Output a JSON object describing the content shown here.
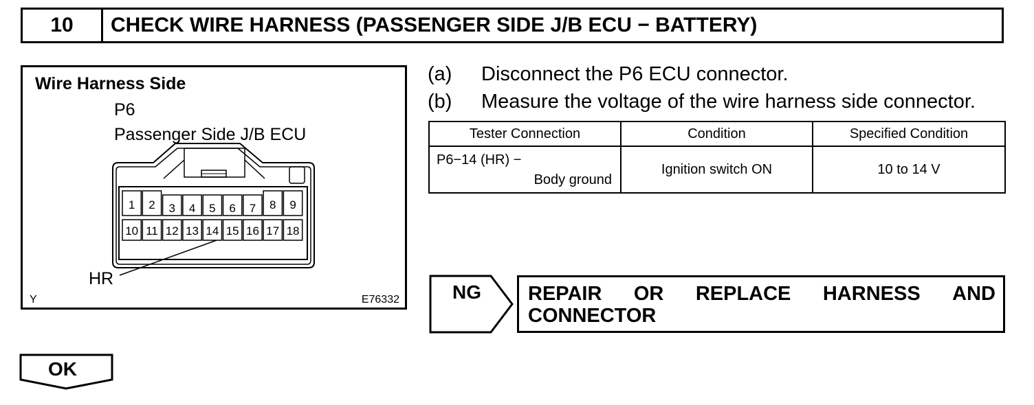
{
  "header": {
    "step_number": "10",
    "title": "CHECK WIRE HARNESS (PASSENGER SIDE J/B ECU − BATTERY)"
  },
  "figure": {
    "heading": "Wire Harness Side",
    "connector_id": "P6",
    "connector_name": "Passenger Side J/B ECU",
    "pins_top": [
      "1",
      "2",
      "3",
      "4",
      "5",
      "6",
      "7",
      "8",
      "9"
    ],
    "pins_bottom": [
      "10",
      "11",
      "12",
      "13",
      "14",
      "15",
      "16",
      "17",
      "18"
    ],
    "terminal_label": "HR",
    "corner_left": "Y",
    "figure_code": "E76332"
  },
  "steps": [
    {
      "letter": "(a)",
      "text": "Disconnect the P6 ECU connector."
    },
    {
      "letter": "(b)",
      "text": "Measure the voltage of the wire harness side connector."
    }
  ],
  "table": {
    "headers": [
      "Tester Connection",
      "Condition",
      "Specified Condition"
    ],
    "row": {
      "tester_line1": "P6−14 (HR) −",
      "tester_line2": "Body ground",
      "condition": "Ignition switch ON",
      "specified": "10 to 14 V"
    }
  },
  "ng": {
    "label": "NG",
    "action_words": [
      "REPAIR",
      "OR",
      "REPLACE",
      "HARNESS",
      "AND"
    ],
    "action_line2": "CONNECTOR"
  },
  "ok": {
    "label": "OK"
  }
}
